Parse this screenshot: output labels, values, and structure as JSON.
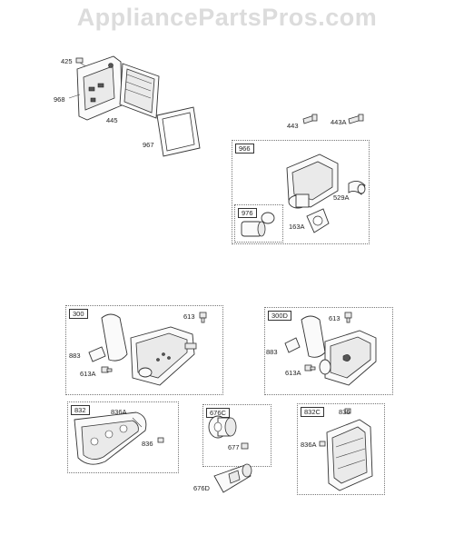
{
  "watermark": "AppliancePartsPros.com",
  "labels": {
    "l425": "425",
    "l968": "968",
    "l445": "445",
    "l967": "967",
    "l443": "443",
    "l443A": "443A",
    "l529A": "529A",
    "l163A": "163A",
    "l613a": "613",
    "l883a": "883",
    "l613Aa": "613A",
    "l613b": "613",
    "l883b": "883",
    "l613Ab": "613A",
    "l836Aa": "836A",
    "l836a": "836",
    "l677": "677",
    "l676D": "676D",
    "l836b": "836",
    "l836Ab": "836A"
  },
  "boxes": {
    "b966": "966",
    "b976": "976",
    "b300": "300",
    "b300D": "300D",
    "b832": "832",
    "b676C": "676C",
    "b832C": "832C"
  }
}
